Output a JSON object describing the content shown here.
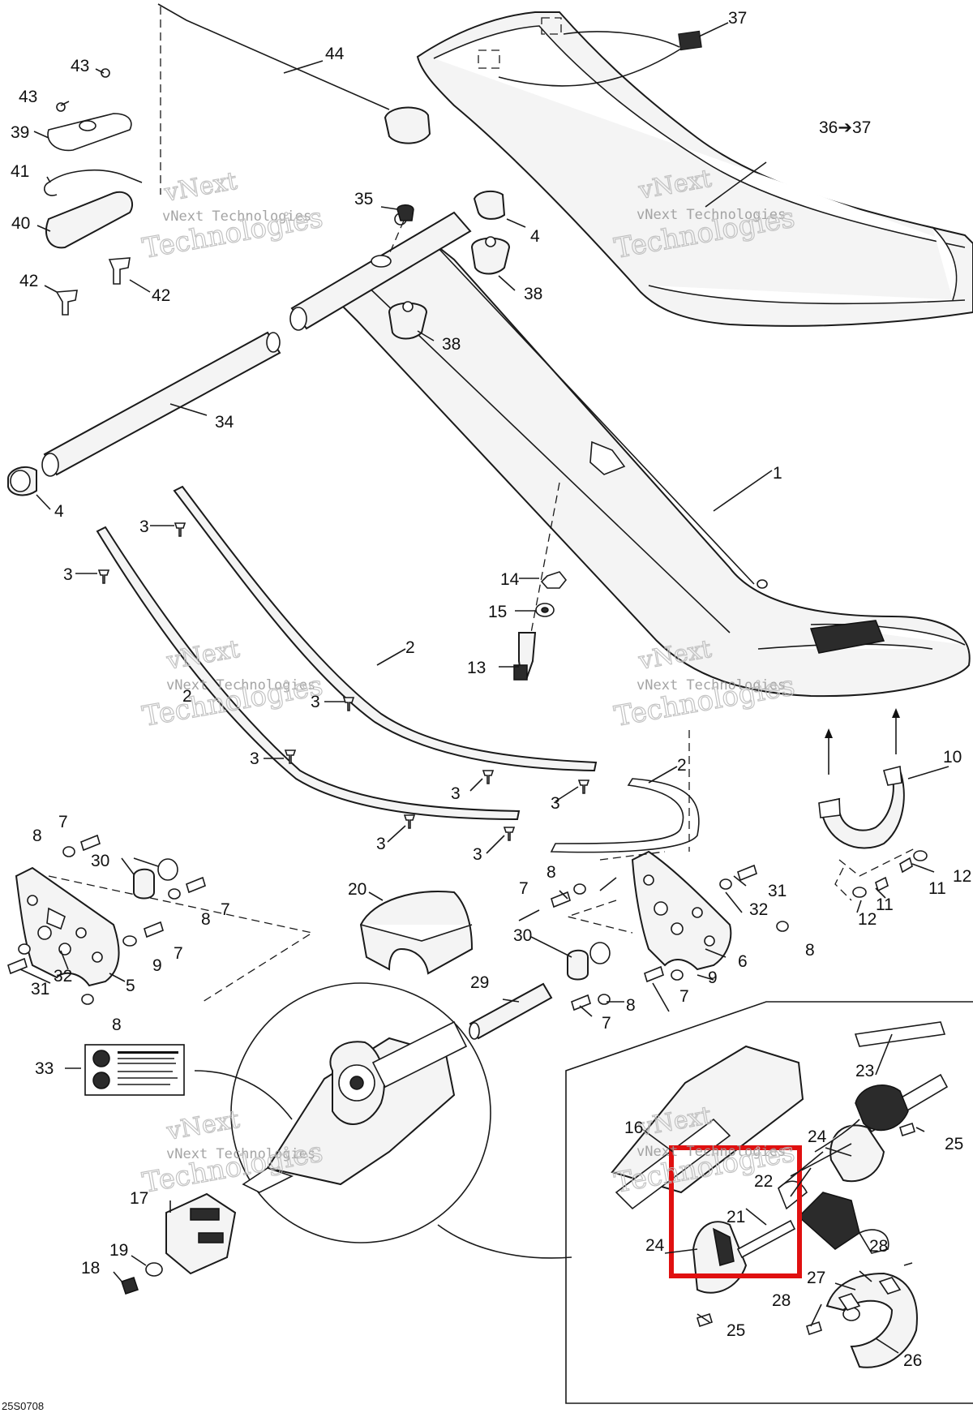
{
  "drawing_code": "25S0708",
  "watermark": {
    "line1": "vNext Technologies",
    "line2": "vNext",
    "line3": "Technologies"
  },
  "colors": {
    "line": "#1a1a1a",
    "highlight": "#e01010",
    "watermark": "#bdbdbd"
  },
  "callouts": [
    {
      "id": "c1",
      "text": "1"
    },
    {
      "id": "c2a",
      "text": "2"
    },
    {
      "id": "c2b",
      "text": "2"
    },
    {
      "id": "c2c",
      "text": "2"
    },
    {
      "id": "c3a",
      "text": "3"
    },
    {
      "id": "c3b",
      "text": "3"
    },
    {
      "id": "c3c",
      "text": "3"
    },
    {
      "id": "c3d",
      "text": "3"
    },
    {
      "id": "c3e",
      "text": "3"
    },
    {
      "id": "c3f",
      "text": "3"
    },
    {
      "id": "c3g",
      "text": "3"
    },
    {
      "id": "c3h",
      "text": "3"
    },
    {
      "id": "c4a",
      "text": "4"
    },
    {
      "id": "c4b",
      "text": "4"
    },
    {
      "id": "c5",
      "text": "5"
    },
    {
      "id": "c6",
      "text": "6"
    },
    {
      "id": "c7a",
      "text": "7"
    },
    {
      "id": "c7b",
      "text": "7"
    },
    {
      "id": "c7c",
      "text": "7"
    },
    {
      "id": "c7d",
      "text": "7"
    },
    {
      "id": "c7e",
      "text": "7"
    },
    {
      "id": "c7f",
      "text": "7"
    },
    {
      "id": "c8a",
      "text": "8"
    },
    {
      "id": "c8b",
      "text": "8"
    },
    {
      "id": "c8c",
      "text": "8"
    },
    {
      "id": "c8d",
      "text": "8"
    },
    {
      "id": "c8e",
      "text": "8"
    },
    {
      "id": "c8f",
      "text": "8"
    },
    {
      "id": "c9a",
      "text": "9"
    },
    {
      "id": "c9b",
      "text": "9"
    },
    {
      "id": "c10",
      "text": "10"
    },
    {
      "id": "c11a",
      "text": "11"
    },
    {
      "id": "c11b",
      "text": "11"
    },
    {
      "id": "c12a",
      "text": "12"
    },
    {
      "id": "c12b",
      "text": "12"
    },
    {
      "id": "c13",
      "text": "13"
    },
    {
      "id": "c14",
      "text": "14"
    },
    {
      "id": "c15",
      "text": "15"
    },
    {
      "id": "c16",
      "text": "16"
    },
    {
      "id": "c17",
      "text": "17"
    },
    {
      "id": "c18",
      "text": "18"
    },
    {
      "id": "c19",
      "text": "19"
    },
    {
      "id": "c20",
      "text": "20"
    },
    {
      "id": "c21",
      "text": "21"
    },
    {
      "id": "c22",
      "text": "22"
    },
    {
      "id": "c23",
      "text": "23"
    },
    {
      "id": "c24a",
      "text": "24"
    },
    {
      "id": "c24b",
      "text": "24"
    },
    {
      "id": "c25a",
      "text": "25"
    },
    {
      "id": "c25b",
      "text": "25"
    },
    {
      "id": "c26",
      "text": "26"
    },
    {
      "id": "c27",
      "text": "27"
    },
    {
      "id": "c28a",
      "text": "28"
    },
    {
      "id": "c28b",
      "text": "28"
    },
    {
      "id": "c29",
      "text": "29"
    },
    {
      "id": "c30a",
      "text": "30"
    },
    {
      "id": "c30b",
      "text": "30"
    },
    {
      "id": "c31a",
      "text": "31"
    },
    {
      "id": "c31b",
      "text": "31"
    },
    {
      "id": "c32a",
      "text": "32"
    },
    {
      "id": "c32b",
      "text": "32"
    },
    {
      "id": "c33",
      "text": "33"
    },
    {
      "id": "c34",
      "text": "34"
    },
    {
      "id": "c35",
      "text": "35"
    },
    {
      "id": "c36",
      "text": "36➔37"
    },
    {
      "id": "c37",
      "text": "37"
    },
    {
      "id": "c38a",
      "text": "38"
    },
    {
      "id": "c38b",
      "text": "38"
    },
    {
      "id": "c39",
      "text": "39"
    },
    {
      "id": "c40",
      "text": "40"
    },
    {
      "id": "c41",
      "text": "41"
    },
    {
      "id": "c42a",
      "text": "42"
    },
    {
      "id": "c42b",
      "text": "42"
    },
    {
      "id": "c43a",
      "text": "43"
    },
    {
      "id": "c43b",
      "text": "43"
    },
    {
      "id": "c44",
      "text": "44"
    }
  ]
}
